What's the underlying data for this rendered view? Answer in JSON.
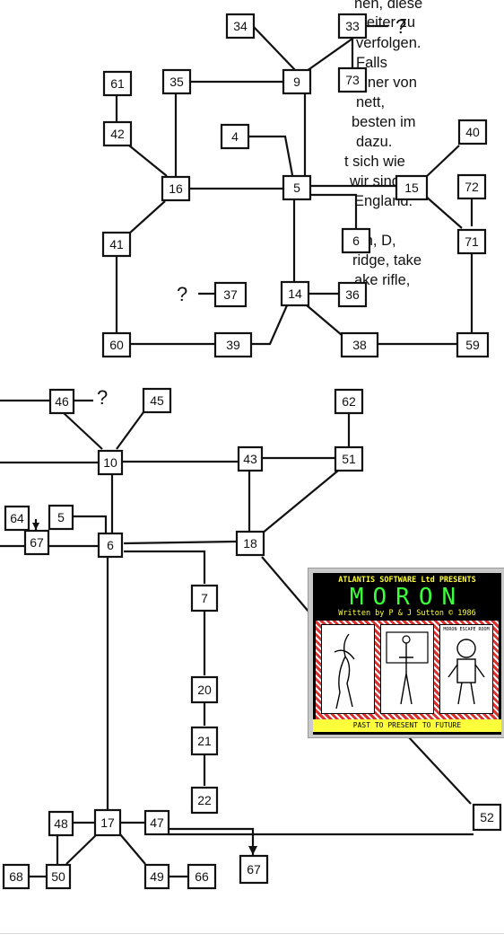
{
  "text_lines": [
    "nen, diese",
    "weiter zu",
    "verfolgen.",
    "Falls",
    "einer von",
    "nett,",
    "besten im",
    "dazu.",
    "t sich wie",
    "wir sind",
    "England:",
    "rch, D,",
    "ridge, take",
    "ake rifle,"
  ],
  "map_top": {
    "rooms": [
      "34",
      "33",
      "73",
      "61",
      "35",
      "9",
      "42",
      "4",
      "40",
      "16",
      "5",
      "15",
      "72",
      "6",
      "41",
      "71",
      "37",
      "14",
      "36",
      "60",
      "39",
      "38",
      "59"
    ],
    "unknown_marks": [
      "?",
      "?"
    ]
  },
  "map_bottom": {
    "rooms": [
      "46",
      "45",
      "62",
      "10",
      "43",
      "51",
      "64",
      "5",
      "67",
      "6",
      "18",
      "7",
      "20",
      "21",
      "22",
      "48",
      "17",
      "47",
      "52",
      "68",
      "50",
      "49",
      "66",
      "67"
    ],
    "unknown_marks": [
      "?"
    ]
  },
  "game_screen": {
    "line1": "ATLANTIS SOFTWARE Ltd PRESENTS",
    "title": "MORON",
    "line3": "Written by P & J Sutton © 1986",
    "panel_sign": "MORON ESCAPE ROOM",
    "footer": "PAST  TO  PRESENT  TO  FUTURE",
    "colors": {
      "line1": "#ffff3c",
      "title": "#3cff3c",
      "line3": "#ffff3c",
      "footer_bg": "#ffff3c",
      "border_red": "#d93030"
    }
  }
}
